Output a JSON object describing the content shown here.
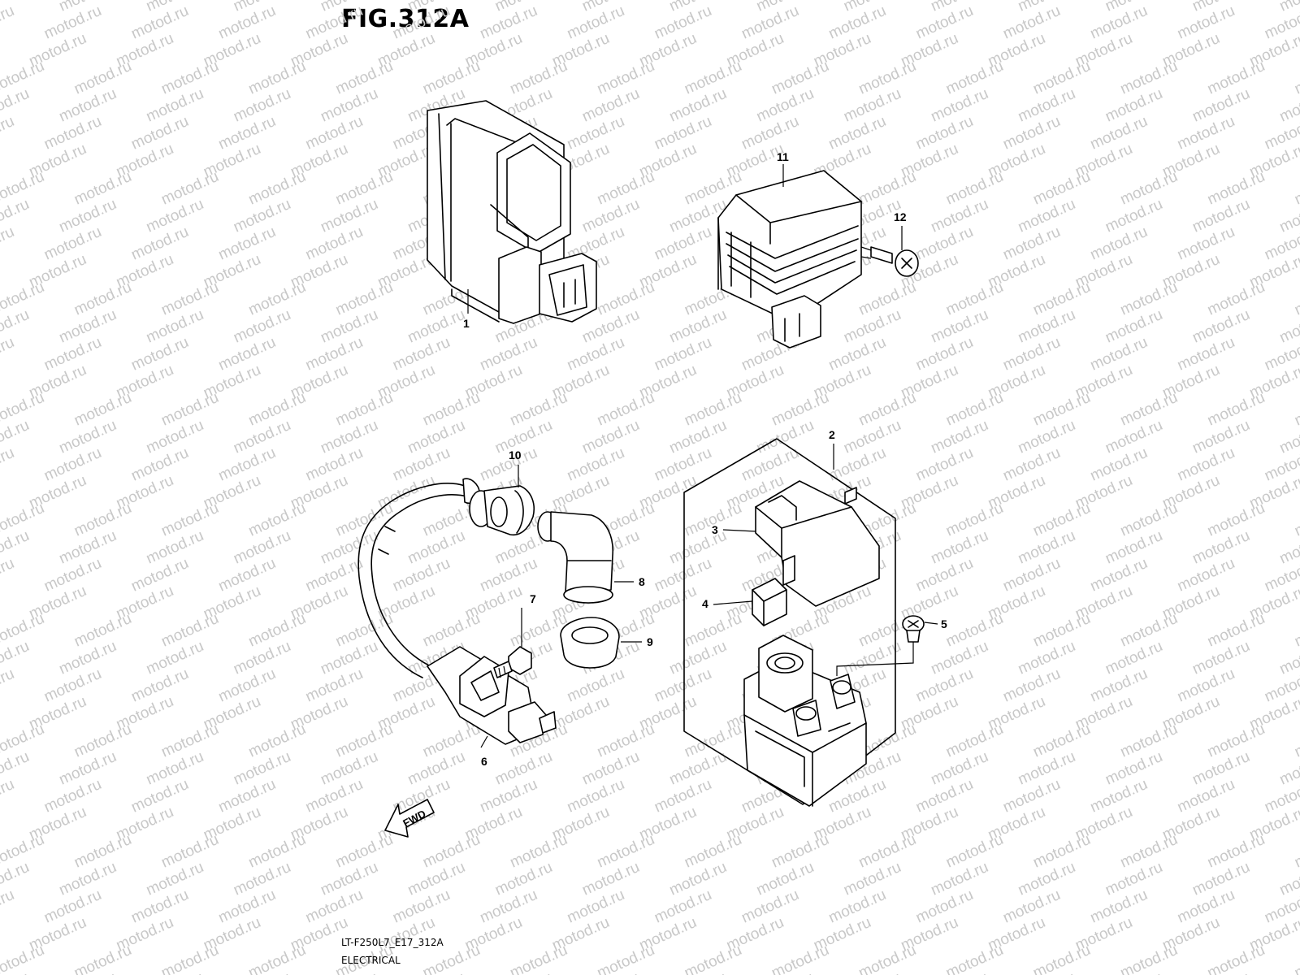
{
  "figure": {
    "title": "FIG.312A",
    "code": "LT-F250L7_E17_312A",
    "section": "ELECTRICAL"
  },
  "watermark": "motod.ru",
  "fwd_label": "FWD",
  "callouts": {
    "c1": "1",
    "c2": "2",
    "c3": "3",
    "c4": "4",
    "c5": "5",
    "c6": "6",
    "c7": "7",
    "c8": "8",
    "c9": "9",
    "c10": "10",
    "c11": "11",
    "c12": "12"
  },
  "colors": {
    "line": "#000000",
    "watermark": "#c8c8c8",
    "background": "#ffffff"
  }
}
